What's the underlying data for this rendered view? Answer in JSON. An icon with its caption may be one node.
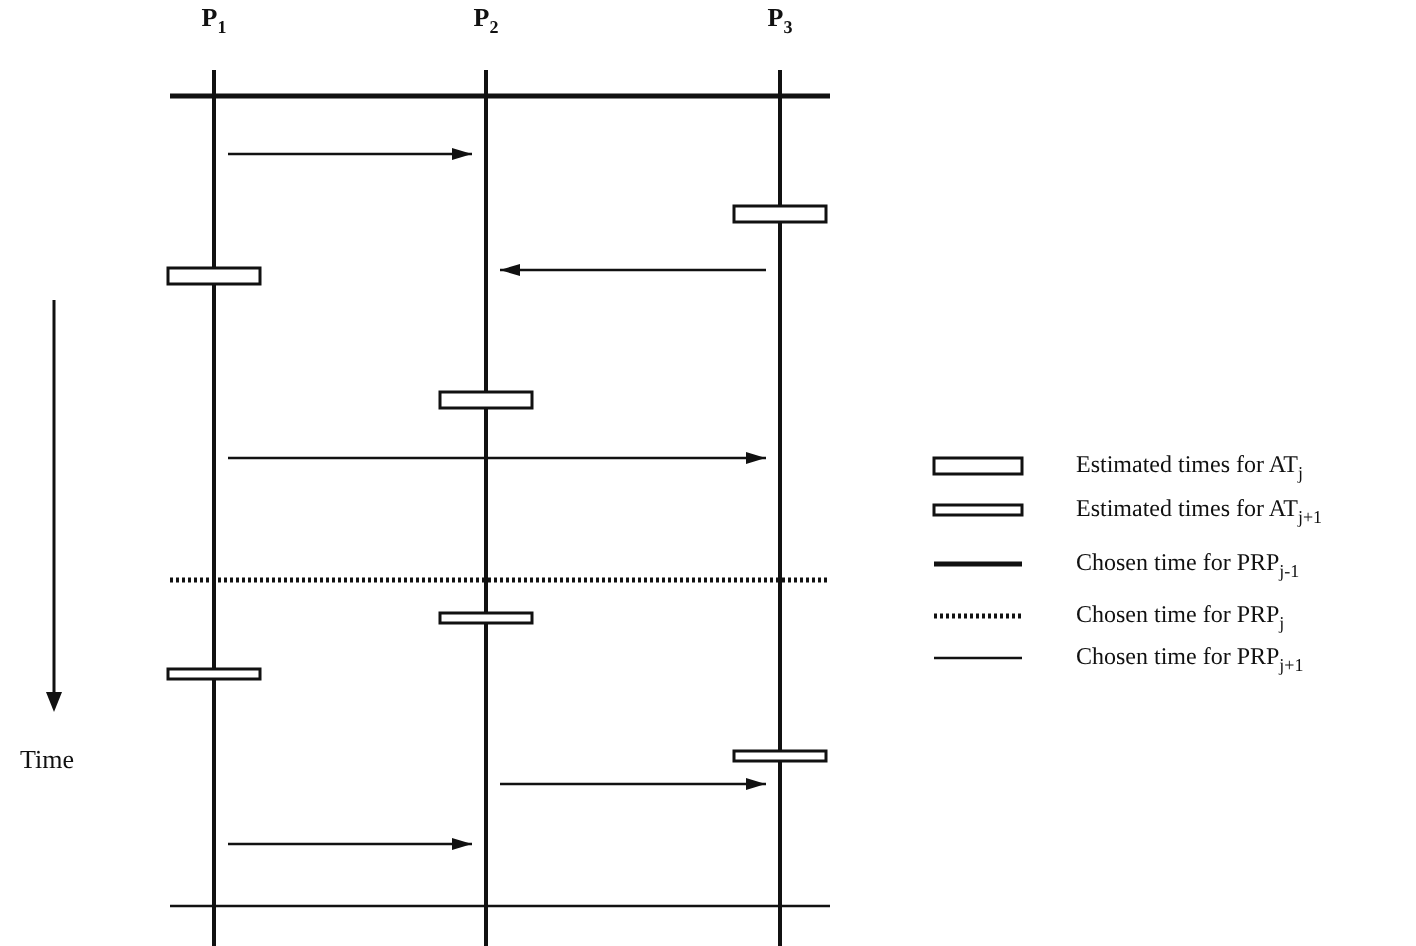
{
  "diagram": {
    "nodes": [
      {
        "text": [
          "P$_{1}$"
        ]
      },
      {
        "text": [
          "P$_{2}$"
        ]
      },
      {
        "text": [
          "P$_{3}$"
        ]
      }
    ],
    "edges": [
      {
        "from": 0,
        "to": 1,
        "arrow": "to"
      },
      {
        "from": 2,
        "to": 1,
        "arrow": "to"
      },
      {
        "from": 0,
        "to": 2,
        "arrow": "to"
      },
      {
        "from": 1,
        "to": 2,
        "arrow": "to"
      },
      {
        "from": 0,
        "to": 1,
        "arrow": "to"
      }
    ],
    "labels": [
      "Time"
    ],
    "legend": [
      {
        "text": "Estimated times for AT$_{j}$"
      },
      {
        "text": "Estimated times for AT$_{j+1}$"
      },
      {
        "text": "Chosen time for PRP$_{j-1}$"
      },
      {
        "text": "Chosen time for PRP$_{j}$"
      },
      {
        "text": "Chosen time for PRP$_{j+1}$"
      }
    ]
  }
}
